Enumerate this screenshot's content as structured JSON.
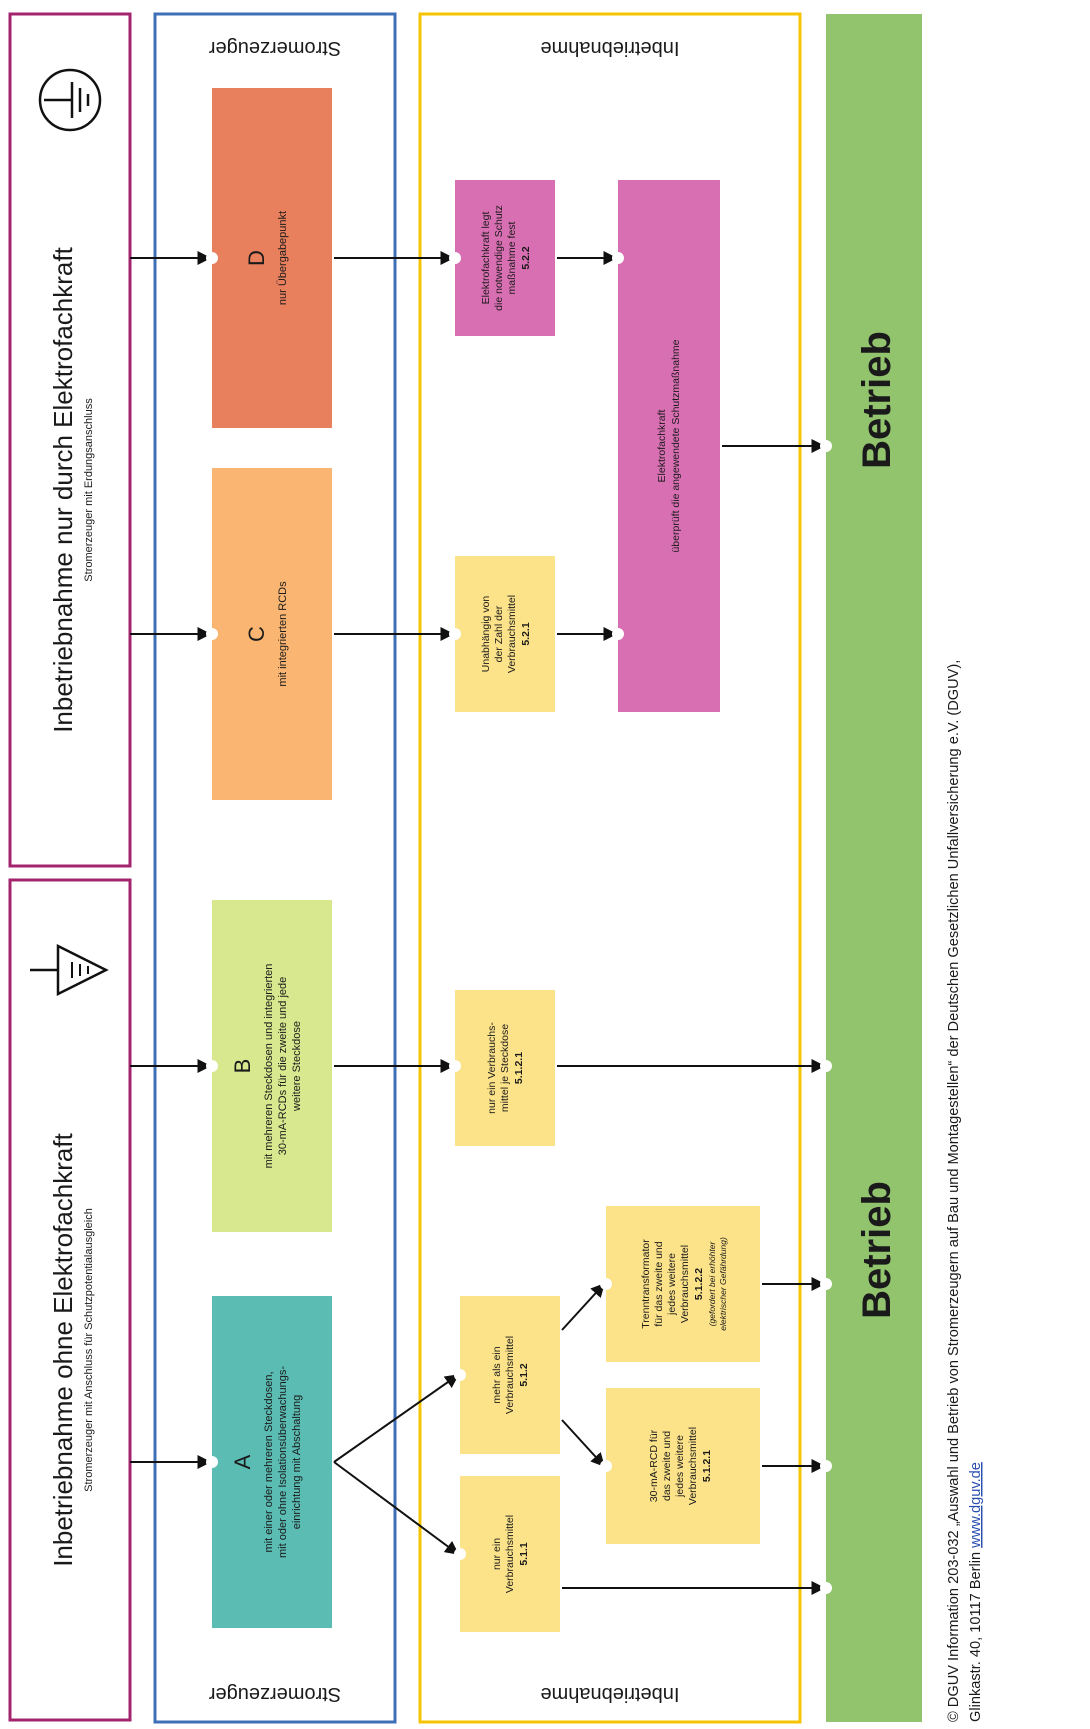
{
  "sections": {
    "left": {
      "title": "Inbetriebnahme ohne Elektrofachkraft",
      "subtitle": "Stromerzeuger mit Anschluss für Schutzpotentialausgleich",
      "symbol": "potential-equalization-symbol"
    },
    "right": {
      "title": "Inbetriebnahme nur durch Elektrofachkraft",
      "subtitle": "Stromerzeuger mit Erdungsanschluss",
      "symbol": "earth-ground-symbol"
    }
  },
  "columns": {
    "stromerzeuger_label": "Stromerzeuger",
    "inbetriebnahme_label": "Inbetriebnahme"
  },
  "generators": [
    {
      "key": "D",
      "letter": "D",
      "text": [
        "nur Übergabepunkt"
      ],
      "color": "#e8805e"
    },
    {
      "key": "C",
      "letter": "C",
      "text": [
        "mit integrierten RCDs"
      ],
      "color": "#f9b571"
    },
    {
      "key": "B",
      "letter": "B",
      "text": [
        "mit mehreren Steckdosen und integrierten",
        "30-mA-RCDs für die zweite und jede",
        "weitere Steckdose"
      ],
      "color": "#d7e88f"
    },
    {
      "key": "A",
      "letter": "A",
      "text": [
        "mit einer oder mehreren Steckdosen,",
        "mit oder ohne Isolationsüberwachungs-",
        "einrichtung mit Abschaltung"
      ],
      "color": "#5bbcb4"
    }
  ],
  "steps": [
    {
      "key": "522",
      "text": [
        "Elektrofachkraft legt",
        "die notwendige Schutz",
        "maßnahme fest"
      ],
      "ref": "5.2.2",
      "color": "#d96fb3"
    },
    {
      "key": "521",
      "text": [
        "Unabhängig von",
        "der Zahl der",
        "Verbrauchsmittel"
      ],
      "ref": "5.2.1",
      "color": "#fce38a"
    },
    {
      "key": "ueberpruefung",
      "text": [
        "Elektrofachkraft",
        "überprüft die angewendete Schutzmaßnahme"
      ],
      "ref": "",
      "color": "#d96fb3"
    },
    {
      "key": "5121",
      "text": [
        "nur ein Verbrauchs-",
        "mittel je Steckdose"
      ],
      "ref": "5.1.2.1",
      "color": "#fce38a"
    },
    {
      "key": "512",
      "text": [
        "mehr als ein",
        "Verbrauchsmittel"
      ],
      "ref": "5.1.2",
      "color": "#fce38a"
    },
    {
      "key": "511",
      "text": [
        "nur ein",
        "Verbrauchsmittel"
      ],
      "ref": "5.1.1",
      "color": "#fce38a"
    },
    {
      "key": "51222",
      "text": [
        "Trenntransformator",
        "für das zweite und",
        "jedes weitere",
        "Verbrauchsmittel"
      ],
      "ref": "5.1.2.2",
      "note": [
        "(gefordert bei erhöhter",
        "elektrischer Gefährdung)"
      ],
      "color": "#fce38a"
    },
    {
      "key": "51221",
      "text": [
        "30-mA-RCD für",
        "das zweite und",
        "jedes weitere",
        "Verbrauchsmittel"
      ],
      "ref": "5.1.2.1",
      "color": "#fce38a"
    }
  ],
  "betrieb": {
    "label_top": "Betrieb",
    "label_bottom": "Betrieb",
    "color": "#92c46e"
  },
  "footer": {
    "line1": "© DGUV Information 203-032 „Auswahl und Betrieb von Stromerzeugern auf Bau und Montagestellen“ der Deutschen Gesetzlichen Unfallversicherung e.V. (DGUV),",
    "line2_prefix": "Glinkastr. 40, 10117 Berlin",
    "line2_link": "www.dguv.de"
  },
  "colors": {
    "section_border": "#a3246e",
    "stromerzeuger_border": "#3d6fb6",
    "inbetriebnahme_border": "#f5c400",
    "link": "#2a4fb0"
  }
}
